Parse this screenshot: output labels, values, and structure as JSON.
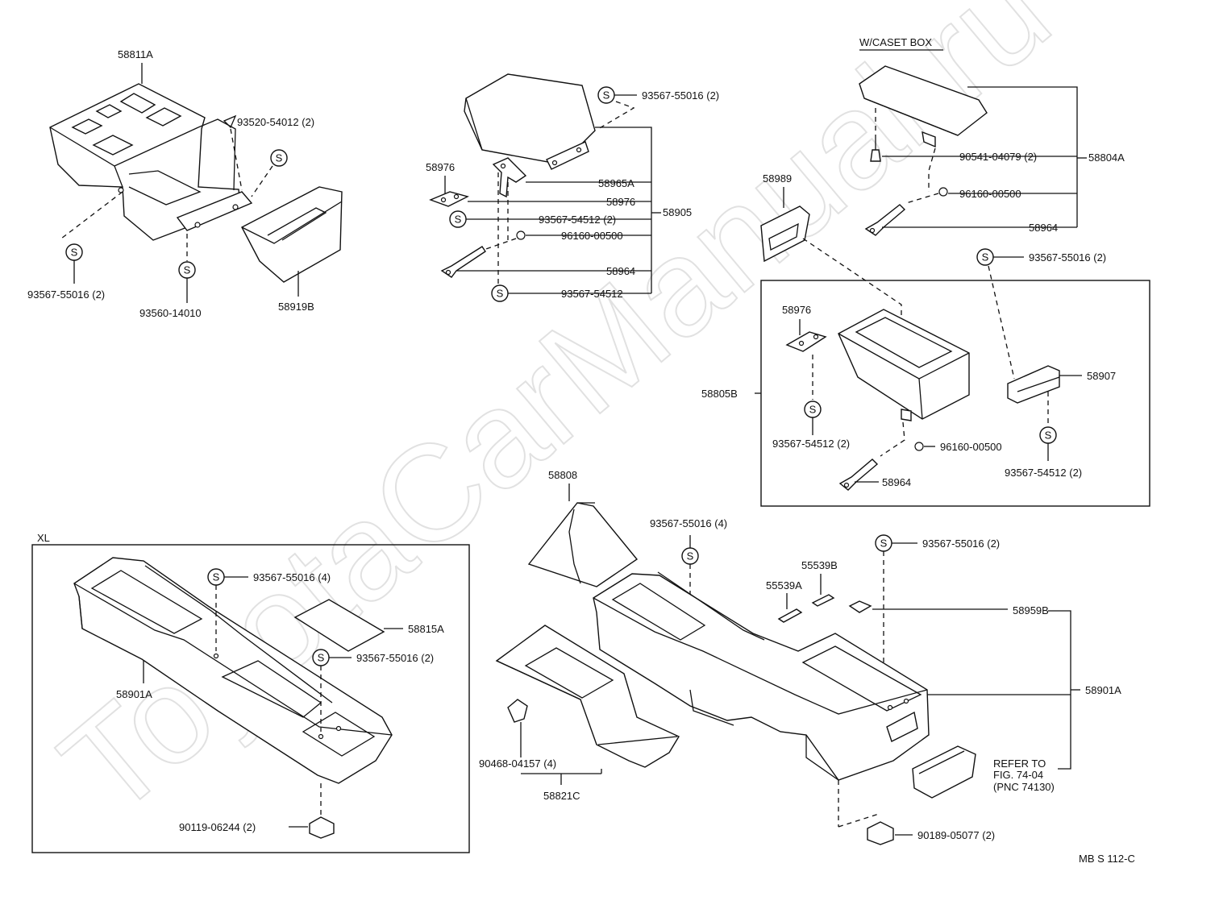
{
  "watermark": "ToyotaCarManual.ru",
  "group_labels": {
    "caset_box": "W/CASET BOX",
    "xl": "XL"
  },
  "labels": {
    "p58811A": "58811A",
    "p93520_54012": "93520-54012 (2)",
    "p93567_55016_a": "93567-55016 (2)",
    "p93560_14010": "93560-14010",
    "p58919B": "58919B",
    "p93567_55016_b": "93567-55016 (2)",
    "p58976_a": "58976",
    "p58965A": "58965A",
    "p58976_b": "58976",
    "p93567_54512_a": "93567-54512 (2)",
    "p58905": "58905",
    "p96160_00500_a": "96160-00500",
    "p58964_a": "58964",
    "p93567_54512_b": "93567-54512",
    "p90541_04079": "90541-04079 (2)",
    "p58804A": "58804A",
    "p96160_00500_b": "96160-00500",
    "p58964_b": "58964",
    "p58989": "58989",
    "p93567_55016_c": "93567-55016 (2)",
    "p58976_c": "58976",
    "p58907": "58907",
    "p58805B": "58805B",
    "p93567_54512_c": "93567-54512 (2)",
    "p96160_00500_c": "96160-00500",
    "p93567_54512_d": "93567-54512 (2)",
    "p58964_c": "58964",
    "p58808": "58808",
    "p93567_55016_d": "93567-55016 (4)",
    "p93567_55016_e": "93567-55016 (2)",
    "p55539B": "55539B",
    "p55539A": "55539A",
    "p58959B": "58959B",
    "p58901A_b": "58901A",
    "p93567_55016_f": "93567-55016 (4)",
    "p58815A": "58815A",
    "p93567_55016_g": "93567-55016 (2)",
    "p58901A_a": "58901A",
    "p90119_06244": "90119-06244 (2)",
    "p90468_04157": "90468-04157 (4)",
    "p58821C": "58821C",
    "refer_1": "REFER TO",
    "refer_2": "FIG. 74-04",
    "refer_3": "(PNC 74130)",
    "p90189_05077": "90189-05077 (2)",
    "drawing_code": "MB S 112-C"
  },
  "screw_symbol": "S"
}
